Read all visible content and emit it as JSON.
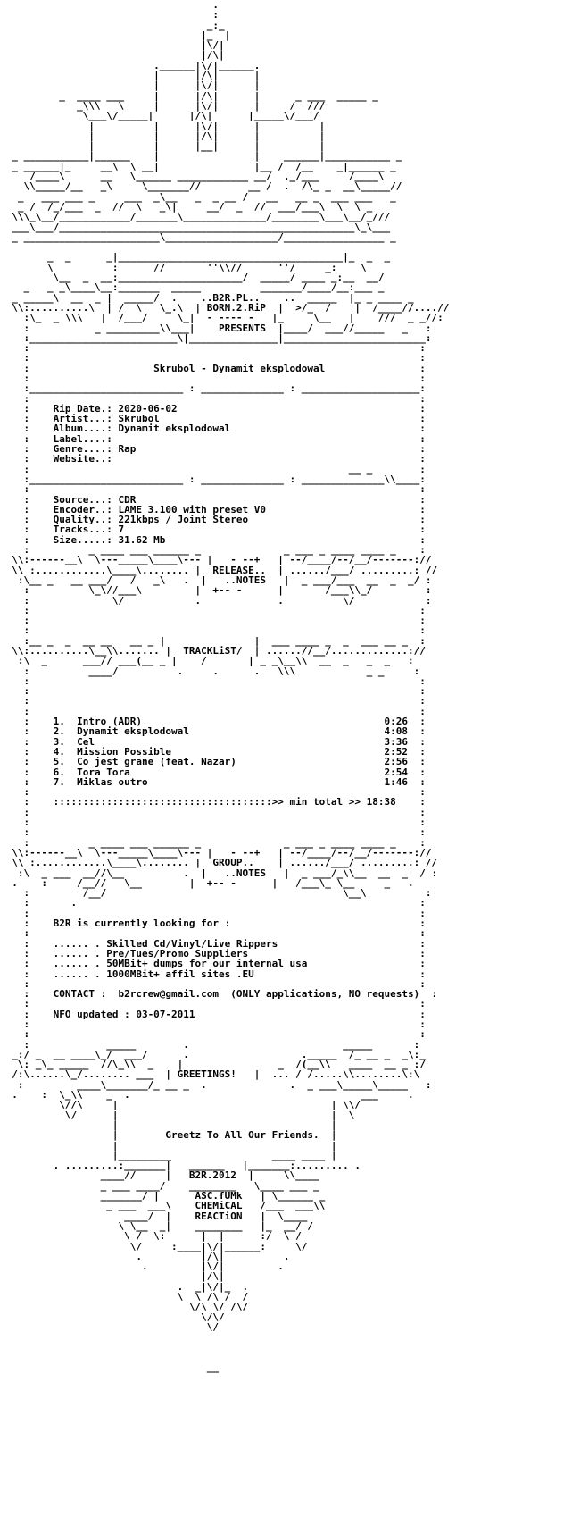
{
  "text_color": "#000000",
  "background_color": "#ffffff",
  "lines": [
    "                                    .",
    "                                    :",
    "                                   _:_",
    "                                  |_  |",
    "                                  |\\/|",
    "                                  |/\\|",
    "                          .______|\\/|______.",
    "                          |      |/\\|      |",
    "                          |      |\\/|      |",
    "          _  ____ ___     |      |/\\|      |      _ ___  _____ _",
    "             _\\\\\\   \\     |      |\\/|      |     /  ///",
    "              \\___\\/_____|      |/\\|      |_____\\/___/",
    "               |          |      |\\/|      |          |",
    "               |          |      |/\\|      |          |",
    "               |          |      |__|      |          |",
    "  _ ___________|______    |                |    ______|___________ _",
    "  _ ______|_     __\\  \\ __|                |__ /  /__    _|______ _",
    "     /____\\      __   \\______ ____________ __/  ._/___     /____\\",
    "    \\\\_____/__   _\\     \\_______//        __ /  .  /\\_ _  __\\_____//",
    "   _   ___ ___ _     ___  _\\__   _  _ __ /   __   __ _  ___ ___   _",
    "   _ /  /_/___  _  //  \\   _\\|     __/  _  //  ___/___\\  \\  \\ _",
    "  \\\\\\_\\__/____________/_______\\______________/________\\___\\__/_///",
    "  ___\\___/__________________________________________________\\_\\___",
    "  _ _______________________\\___________________/_________________ _",
    "",
    "        _  _      _|______________________________________|_  _  _",
    "        \\          :      //       ''\\\\//      ''/     _:    \\",
    "         \\__  _  __:_____________________/  _____/ ____ _:__  __/",
    "    _   _ _\\____\\__:_______  _____          _______/____/__:___ _",
    "  _ _____\\  __  _ |  _____/  .    ..B2R.PL..    ..  _____  |_ _ ____ _",
    "  \\\\:..........\\  | /  \\   \\_.\\  | BORN.2.RiP  |  >/_  /    |  /____//....//",
    "    :\\_  _ \\\\\\   |  /___/     \\_|  - ---- -   |_     \\__   |    ///  _ _//:",
    "    :           _ _________\\\\___|    PRESENTS  |____/  ___//_____   _   :",
    "    :_________________________\\|_______________|________________________:",
    "    :                                                                  :",
    "    :                                                                  :",
    "    :                     Skrubol - Dynamit eksplodowal                :",
    "    :                                                                  :",
    "    :__________________________ : ______________ : ____________________:",
    "    :                                                                  :",
    "    :    Rip Date.: 2020-06-02                                         :",
    "    :    Artist...: Skrubol                                            :",
    "    :    Album....: Dynamit eksplodowal                                :",
    "    :    Label....:                                                    :",
    "    :    Genre....: Rap                                                :",
    "    :    Website..:                                                    :",
    "    :                                                      __ _        :",
    "    :__________________________ : ______________ : ______________\\\\____:",
    "    :                                                                  :",
    "    :    Source...: CDR                                                :",
    "    :    Encoder..: LAME 3.100 with preset V0                          :",
    "    :    Quality..: 221kbps / Joint Stereo                             :",
    "    :    Tracks...: 7                                                  :",
    "    :    Size.....: 31.62 Mb                                           :",
    "    :          _ ____ ___ ______ _              _ ___ _ ____ ____ _    :",
    "  \\\\:------__\\  \\---_____\\____\\--- |   - --+   | --/____/--/__/-------://",
    "  \\\\ :............\\____\\........ |  RELEASE..  | ....../___/ .........: //",
    "   :\\__ _   __ ___/   /   _\\   .  |   ..NOTES   |  _ ___/___  __  _  _/ :",
    "    :          \\_\\//___\\         |  +-- -      |       /___\\\\_/         :",
    "    :              \\/            .             .          \\/            :",
    "    :                                                                  :",
    "    :                                                                  :",
    "    :                                                                  :",
    "    :__ _  _  __ __   __ _ |               |  ___ ____ _  _  ___ __ _  :",
    "  \\\\:..........\\__\\\\....... |  TRACKLiST/  | ......//__/.............://",
    "   :\\  _      ___// ___(__ _ |    /       | _ _\\__\\\\  __  _   _  _   :",
    "    :          ____/          .     .      .   \\\\\\            _ _     :",
    "    :                                                                  :",
    "    :                                                                  :",
    "    :                                                                  :",
    "    :                                                                  :",
    "    :    1.  Intro (ADR)                                         0:26  :",
    "    :    2.  Dynamit eksplodowal                                 4:08  :",
    "    :    3.  Cel                                                 3:36  :",
    "    :    4.  Mission Possible                                    2:52  :",
    "    :    5.  Co jest grane (feat. Nazar)                         2:56  :",
    "    :    6.  Tora Tora                                           2:54  :",
    "    :    7.  Miklas outro                                        1:46  :",
    "    :                                                                  :",
    "    :    :::::::::::::::::::::::::::::::::::::>> min total >> 18:38    :",
    "    :                                                                  :",
    "    :                                                                  :",
    "    :                                                                  :",
    "    :          _ ____ ___ ______ _              _ ___ _ ____ ____ _    :",
    "  \\\\:------__\\  \\---_____\\____\\--- |   - --+   | --/____/--/__/-------://",
    "  \\\\ :............\\____\\........ |  GROUP..    | ....../___/ .........: //",
    "   :\\  _ ___  __//\\__          .  |   ..NOTES   |  _ ___/_\\\\__  __  _  / :",
    "  .    :     /__//   \\__        |  +-- -      |   /___\\_ \\__     _   .",
    "    :         /__/                                        \\__\\          :",
    "    :       .                                                          :",
    "    :                                                                  :",
    "    :    B2R is currently looking for :                                :",
    "    :                                                                  :",
    "    :    ...... . Skilled Cd/Vinyl/Live Rippers                        :",
    "    :    ...... . Pre/Tues/Promo Suppliers                             :",
    "    :    ...... . 50MBit+ dumps for our internal usa                   :",
    "    :    ...... . 1000MBit+ affil sites .EU                            :",
    "    :                                                                  :",
    "    :    CONTACT :  b2rcrew@gmail.com  (ONLY applications, NO requests)  :",
    "    :                                                                  :",
    "    :    NFO updated : 03-07-2011                                      :",
    "    :                                                                  :",
    "    :                                                                  :",
    "    :             _____        .                          _____       :",
    "  _:/ _  __ ____\\_/  ___/      .                   ._____  /_ __ _  _\\:_",
    "   \\: _\\_ _____  //\\_\\\\  _    |                _  /(__\\\\   ____  __ _ :/",
    "  /:\\......\\_/........ ___  | GREETINGS!   |  ... / /.....\\\\........\\:\\",
    "   :         ____\\_______/_ __ _  .              .  _ ___\\_____\\_____   :",
    "  .    :  \\_\\\\    _  .                                       ___     .",
    "          \\//\\     |                                    | \\\\/",
    "           \\/      |                                    |  \\",
    "                   |                                    |",
    "                   |        Greetz To All Our Friends.  |",
    "                   |                                    |",
    "                   |_________                 ____ ____ |",
    "         . .........:_______|   ______   |_______:......... .",
    "                 ____//     |   B2R.2012  |     \\\\____",
    "                 _ ___ ____/    ________   \\____ ___ _",
    "                 _______/ |      ASC.fUMk   | \\______ _",
    "                  _ ___  ___\\    CHEMiCAL   /___  ___\\\\",
    "                     ____/  |    REACTiON   |  \\____",
    "                    \\ \\__  _|    ________   |_  __/ /",
    "                     \\ /  \\:      |  |      :/  \\ /",
    "                      \\/     :____|\\/|______:     \\/",
    "                       .          |/\\|          .",
    "                        .         |\\/|         .",
    "                                  |/\\|",
    "                              .  _|\\/|_  .",
    "                              \\  \\ /\\ /  /",
    "                                \\/\\ \\/ /\\/",
    "                                  \\/\\/",
    "                                   \\/",
    "",
    "",
    "",
    "                                   __"
  ]
}
